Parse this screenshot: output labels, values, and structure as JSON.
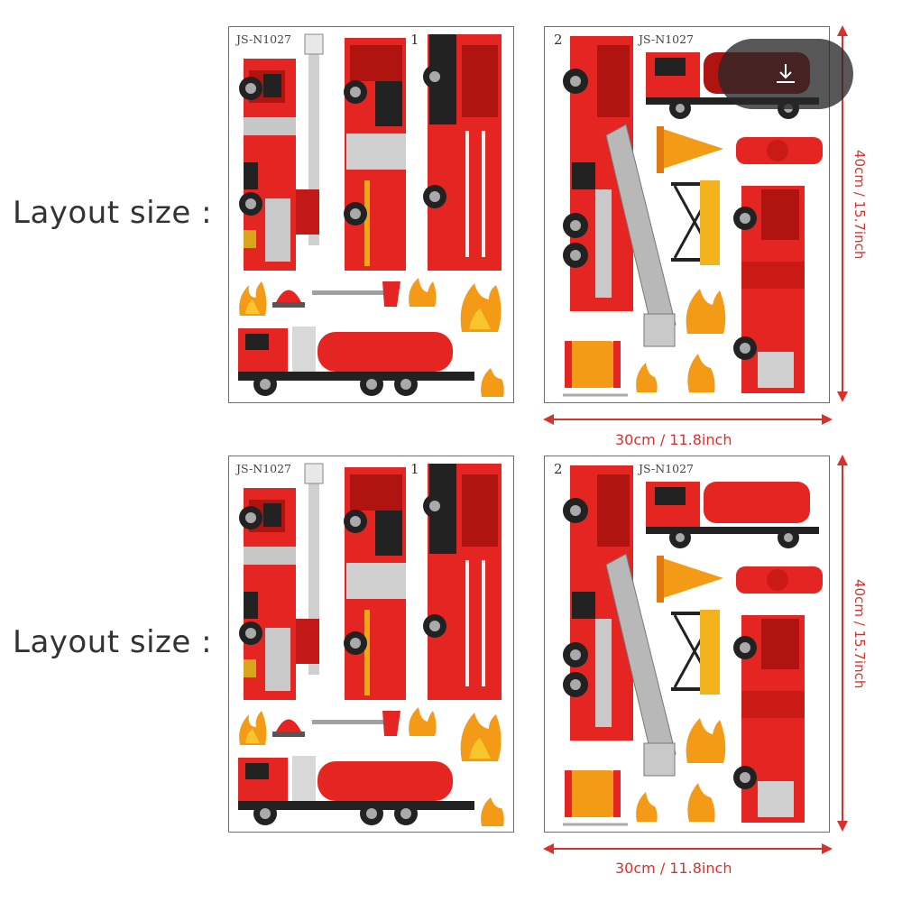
{
  "layout_label": "Layout size :",
  "sheet_code": "JS-N1027",
  "sheet1_number": "1",
  "sheet2_number": "2",
  "width_label": "30cm / 11.8inch",
  "height_label": "40cm / 15.7inch",
  "download_icon": "download-icon",
  "colors": {
    "truck_red": "#e52521",
    "dark_red": "#b01410",
    "dimension_red": "#d8322f",
    "flame_orange": "#f39a16",
    "flame_yellow": "#f8c52c",
    "black": "#222222"
  }
}
